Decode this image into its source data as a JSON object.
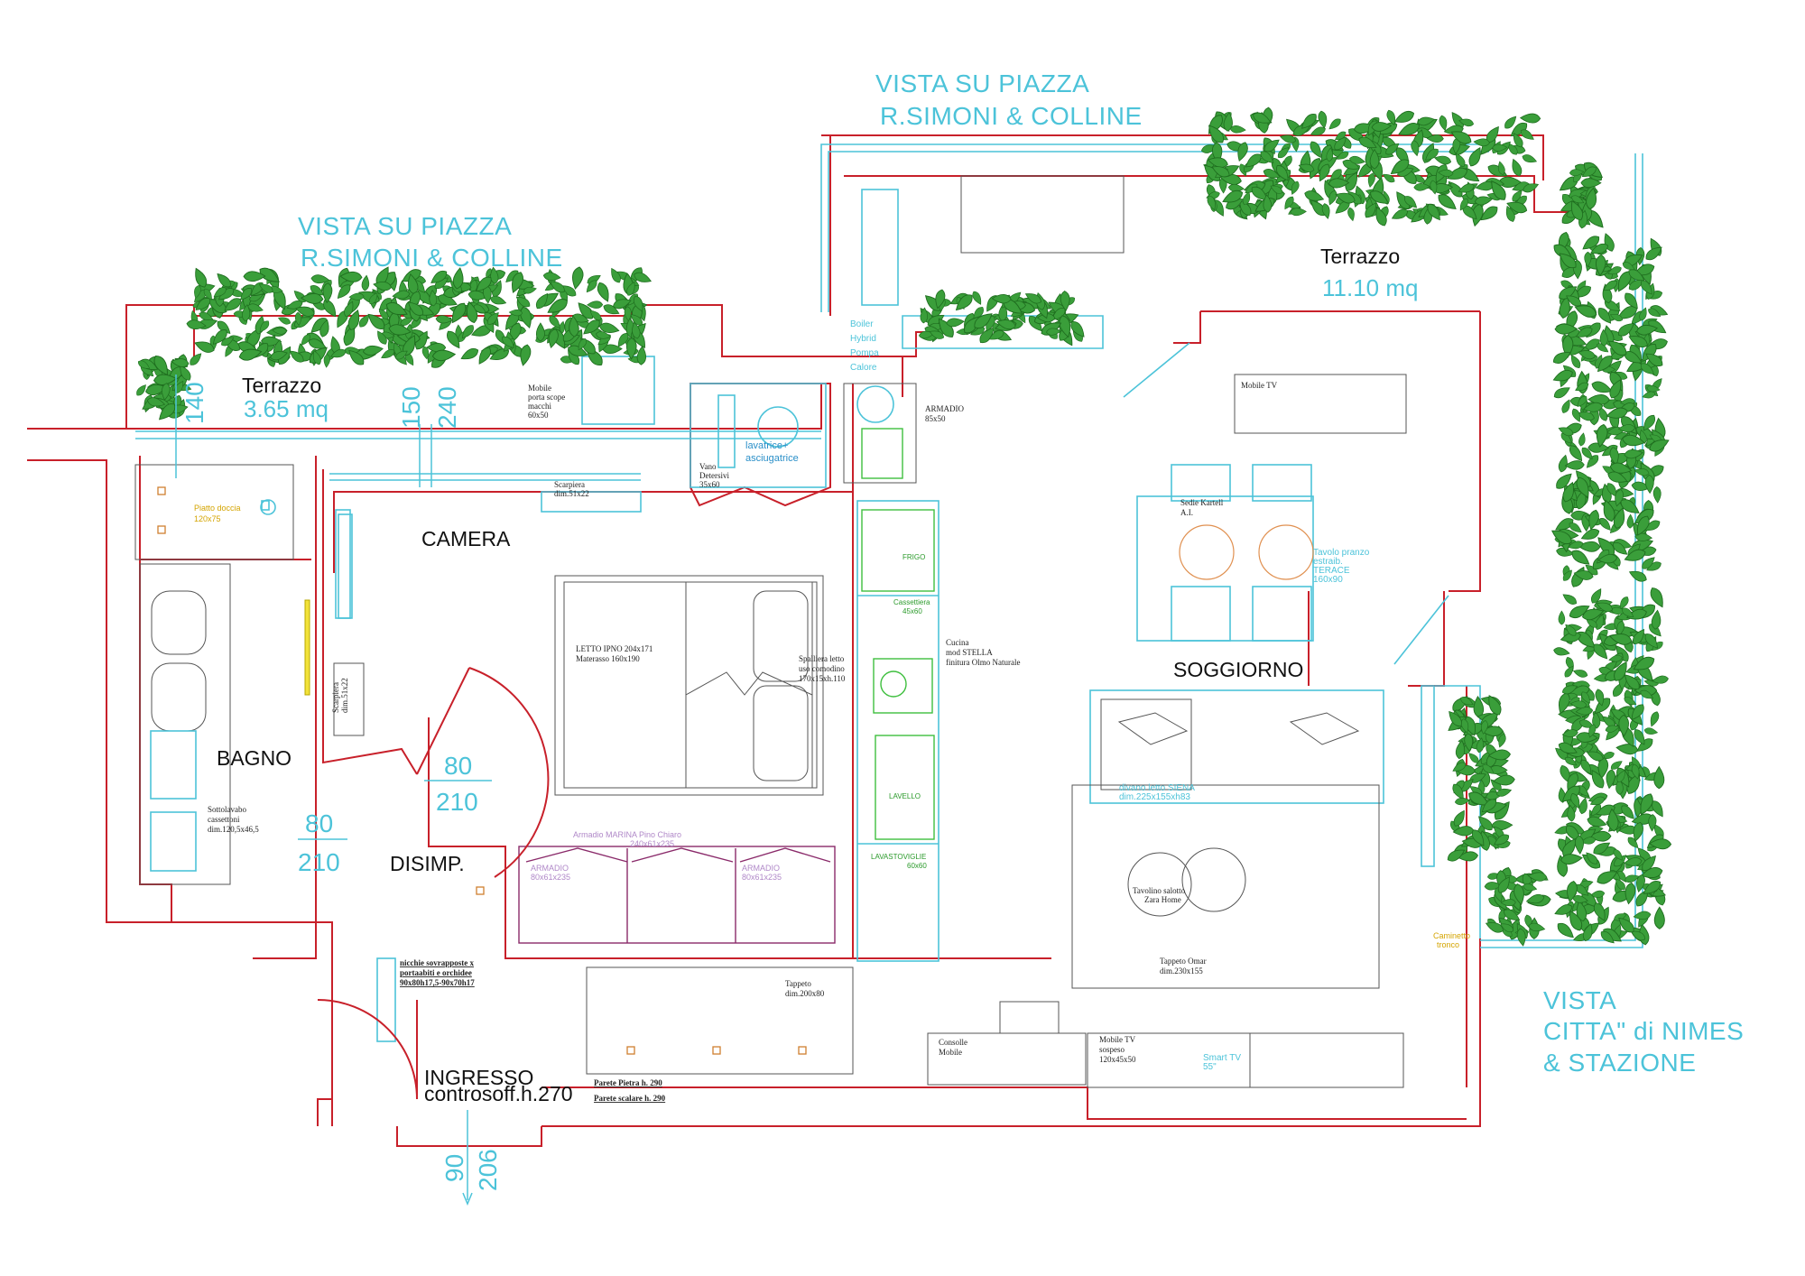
{
  "views": {
    "top_left_line1": "VISTA SU PIAZZA",
    "top_left_line2": "R.SIMONI & COLLINE",
    "top_right_line1": "VISTA SU PIAZZA",
    "top_right_line2": "R.SIMONI & COLLINE",
    "right_line1": "VISTA",
    "right_line2": "CITTA\" di NIMES",
    "right_line3": "& STAZIONE"
  },
  "rooms": {
    "terrazzo_small": "Terrazzo",
    "terrazzo_small_area": "3.65 mq",
    "terrazzo_large": "Terrazzo",
    "terrazzo_large_area": "11.10 mq",
    "camera": "CAMERA",
    "bagno": "BAGNO",
    "disimp": "DISIMP.",
    "soggiorno": "SOGGIORNO",
    "ingresso_1": "INGRESSO",
    "ingresso_2": "controsoff.h.270"
  },
  "dimensions": {
    "d140": "140",
    "d150": "150",
    "d240": "240",
    "door_camera_w": "80",
    "door_camera_h": "210",
    "door_bagno_w": "80",
    "door_bagno_h": "210",
    "entry_w": "90",
    "entry_h": "206"
  },
  "notes": {
    "boiler": [
      "Boiler",
      "Hybrid",
      "Pompa",
      "Calore"
    ],
    "armadio": [
      "ARMADIO",
      "85x50"
    ],
    "lavatrice": [
      "lavatrice+",
      "asciugatrice"
    ],
    "vano": [
      "Vano",
      "Detersivi",
      "35x60"
    ],
    "scarpiera_top": [
      "Scarpiera",
      "dim.51x22"
    ],
    "scarpiera_side": [
      "Scarpiera",
      "dim.51x22"
    ],
    "mobile_scope": [
      "Mobile",
      "porta scope",
      "macchi",
      "60x50"
    ],
    "piatto_doccia": [
      "Piatto doccia",
      "120x75"
    ],
    "sottolavabo": [
      "Sottolavabo",
      "cassettoni",
      "dim.120,5x46,5"
    ],
    "letto": [
      "LETTO IPNO 204x171",
      "Materasso 160x190"
    ],
    "spalliera": [
      "Spalliera letto",
      "uso comodino",
      "170x15xh.110"
    ],
    "armadio_marina": [
      "Armadio MARINA Pino Chiaro",
      "240x61x235"
    ],
    "armadio1": [
      "ARMADIO",
      "80x61x235"
    ],
    "armadio2": [
      "ARMADIO",
      "80x61x235"
    ],
    "cucina": [
      "Cucina",
      "mod STELLA",
      "finitura Olmo Naturale"
    ],
    "frigo": "FRIGO",
    "cassettiera": [
      "Cassettiera",
      "45x60"
    ],
    "lavello": "LAVELLO",
    "lavastoviglie": [
      "LAVASTOVIGLIE",
      "60x60"
    ],
    "sedie": [
      "Sedie Kartell",
      "A.I."
    ],
    "tavolo_pranzo": [
      "Tavolo pranzo",
      "estraib.",
      "TERACE",
      "160x90"
    ],
    "divano": [
      "divano letto SIENA",
      "dim.225x155xh83"
    ],
    "tavolino": [
      "Tavolino salotto",
      "Zara Home"
    ],
    "tappeto_omar": [
      "Tappeto Omar",
      "dim.230x155"
    ],
    "tappeto_ingresso": [
      "Tappeto",
      "dim.200x80"
    ],
    "nicchie": [
      "nicchie sovrapposte x",
      "portaabiti e orchidee",
      "90x80h17,5-90x70h17"
    ],
    "parete_pietra": "Parete Pietra h. 290",
    "parete_scalare": "Parete scalare h. 290",
    "smart_tv": [
      "Smart TV",
      "55\""
    ],
    "mobile_tv": [
      "Mobile TV",
      "sospeso",
      "120x45x50"
    ],
    "consolle": [
      "Consolle",
      "Mobile"
    ],
    "mobile_tv_top": [
      "Mobile TV"
    ],
    "termo": [
      "Caminetto",
      "tronco"
    ]
  },
  "colors": {
    "wall": "#c8202a",
    "cyan": "#4cc3d9",
    "plant": "#3a9e3a",
    "purple": "#8a2a6a",
    "green_fixture": "#3fbf3f"
  }
}
